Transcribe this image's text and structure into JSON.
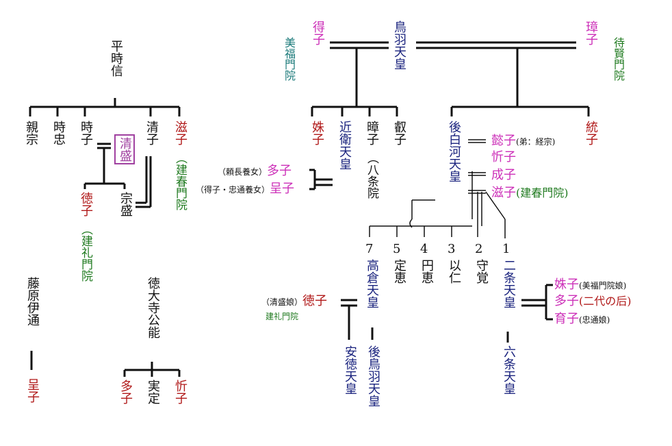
{
  "colors": {
    "black": "#111111",
    "darkred": "#b01818",
    "magenta": "#cc2fb8",
    "navy": "#1a237e",
    "green": "#1f7a1f",
    "teal": "#1b7a7a",
    "purple": "#a040a0"
  },
  "left": {
    "hira_tokinobu": "平時信",
    "chikamune": "親宗",
    "tokitada": "時忠",
    "tokiko": "時子",
    "kiyomori": "清盛",
    "kiyoko": "清子",
    "shigeko": "滋子",
    "shigeko_note": "︵建春門院",
    "tokuko": "徳子",
    "tokuko_note": "︵建礼門院",
    "munemori": "宗盛",
    "fujiwara_koremichi": "藤原伊通",
    "teiko_left": "呈子",
    "tokudaiji": "徳大寺公能",
    "tako": "多子",
    "sanesada": "実定",
    "kinshi": "忻子"
  },
  "top": {
    "tokushi": "得子",
    "bifukumonin": "美福門院",
    "toba": "鳥羽天皇",
    "shoshi": "璋子",
    "taikenmonin": "待賢門院"
  },
  "row2": {
    "shushi": "姝子",
    "konoe": "近衛天皇",
    "shoshi2": "暲子",
    "shoshi2_note": "︵八条院",
    "eishi": "叡子",
    "goshirakawa": "後白河天皇",
    "toushi": "統子"
  },
  "konoe_consorts": [
    {
      "note": "（頼長養女）",
      "name": "多子"
    },
    {
      "note": "（得子・忠通養女）",
      "name": "呈子"
    }
  ],
  "goshirakawa_consorts": [
    {
      "name": "懿子",
      "note": "(弟：経宗)"
    },
    {
      "name": "忻子",
      "note": ""
    },
    {
      "name": "成子",
      "note": ""
    },
    {
      "name": "滋子",
      "note": "(建春門院)"
    }
  ],
  "children": [
    {
      "num": "7",
      "name": "高倉天皇"
    },
    {
      "num": "5",
      "name": "定恵"
    },
    {
      "num": "4",
      "name": "円恵"
    },
    {
      "num": "3",
      "name": "以仁"
    },
    {
      "num": "2",
      "name": "守覚"
    },
    {
      "num": "1",
      "name": "二条天皇"
    }
  ],
  "takakura_consort": {
    "note": "（清盛娘）",
    "name": "徳子",
    "sub": "建礼門院"
  },
  "takakura_children": {
    "antoku": "安徳天皇",
    "gotoba": "後鳥羽天皇"
  },
  "nijo_consorts": [
    {
      "name": "姝子",
      "note": "(美福門院娘)"
    },
    {
      "name": "多子",
      "note": "(二代の后)"
    },
    {
      "name": "育子",
      "note": "(忠通娘)"
    }
  ],
  "rokujo": "六条天皇"
}
